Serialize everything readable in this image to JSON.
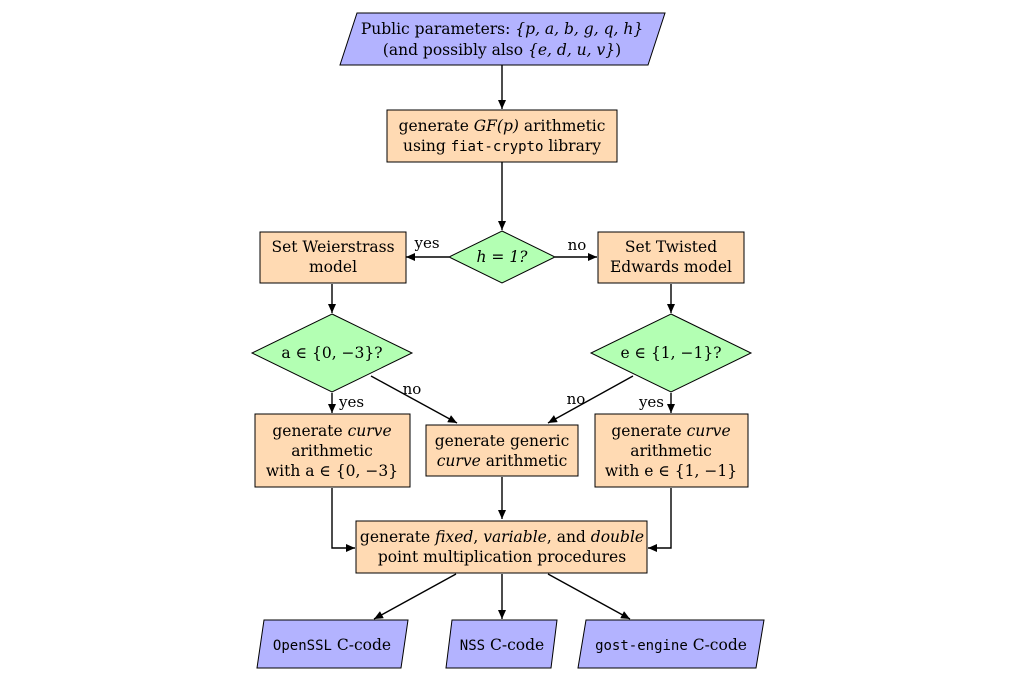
{
  "nodes": {
    "params": {
      "line1_text": "Public parameters: ",
      "line1_math": "{p, a, b, g, q, h}",
      "line2_text": "(and possibly also ",
      "line2_math": "{e, d, u, v}",
      "line2_close": ")"
    },
    "gfp": {
      "line1_pre": "generate ",
      "line1_math": "GF(p)",
      "line1_post": " arithmetic",
      "line2_pre": "using ",
      "line2_code": "fiat-crypto",
      "line2_post": " library"
    },
    "h_decision": {
      "text": "h = 1?"
    },
    "weierstrass": {
      "line1": "Set Weierstrass",
      "line2": "model"
    },
    "edwards": {
      "line1": "Set Twisted",
      "line2": "Edwards model"
    },
    "a_decision": {
      "text": "a ∈ {0, −3}?"
    },
    "e_decision": {
      "text": "e ∈ {1, −1}?"
    },
    "curve_a": {
      "line1_pre": "generate ",
      "line1_em": "curve",
      "line2": "arithmetic",
      "line3": "with a ∈ {0, −3}"
    },
    "curve_generic": {
      "line1": "generate generic",
      "line2_em": "curve",
      "line2_post": " arithmetic"
    },
    "curve_e": {
      "line1_pre": "generate ",
      "line1_em": "curve",
      "line2": "arithmetic",
      "line3": "with e ∈ {1, −1}"
    },
    "pointmul": {
      "line1_pre": "generate ",
      "em_fixed": "fixed",
      "sep1": ", ",
      "em_variable": "variable",
      "sep2": ", and ",
      "em_double": "double",
      "line2": "point multiplication procedures"
    },
    "openssl": {
      "code": "OpenSSL",
      "text": " C-code"
    },
    "nss": {
      "code": "NSS",
      "text": " C-code"
    },
    "gost": {
      "code": "gost-engine",
      "text": " C-code"
    }
  },
  "edge_labels": {
    "h_yes": "yes",
    "h_no": "no",
    "a_yes": "yes",
    "a_no": "no",
    "e_yes": "yes",
    "e_no": "no"
  },
  "colors": {
    "io_parallelogram": "#b3b3ff",
    "process_box": "#ffdab3",
    "decision_diamond": "#b3ffb3"
  }
}
